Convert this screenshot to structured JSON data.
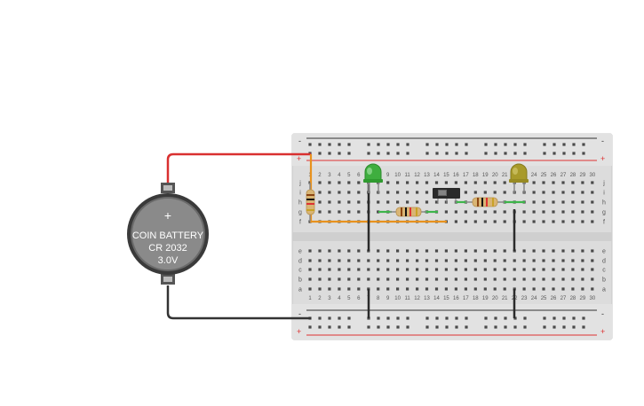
{
  "battery": {
    "line1": "COIN BATTERY",
    "line2": "CR 2032",
    "line3": "3.0V",
    "plus_symbol": "+"
  },
  "breadboard": {
    "rail_minus": "-",
    "rail_plus": "+",
    "row_letters_top": [
      "j",
      "i",
      "h",
      "g",
      "f"
    ],
    "row_letters_bottom": [
      "e",
      "d",
      "c",
      "b",
      "a"
    ],
    "column_count": 30
  },
  "components": {
    "led_left_color": "#3fae3f",
    "led_right_color": "#a89a2a",
    "wire_red": "#d93030",
    "wire_black": "#333333",
    "wire_orange": "#e8921e",
    "wire_green": "#3db54a"
  }
}
